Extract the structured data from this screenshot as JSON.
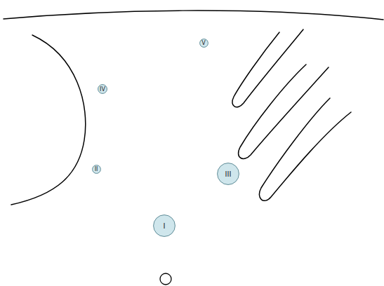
{
  "diagram": {
    "nodes": [
      {
        "text": [
          "V"
        ]
      },
      {
        "text": [
          "IV"
        ]
      },
      {
        "text": [
          "II"
        ]
      },
      {
        "text": [
          "III"
        ]
      },
      {
        "text": [
          "I"
        ]
      }
    ]
  }
}
